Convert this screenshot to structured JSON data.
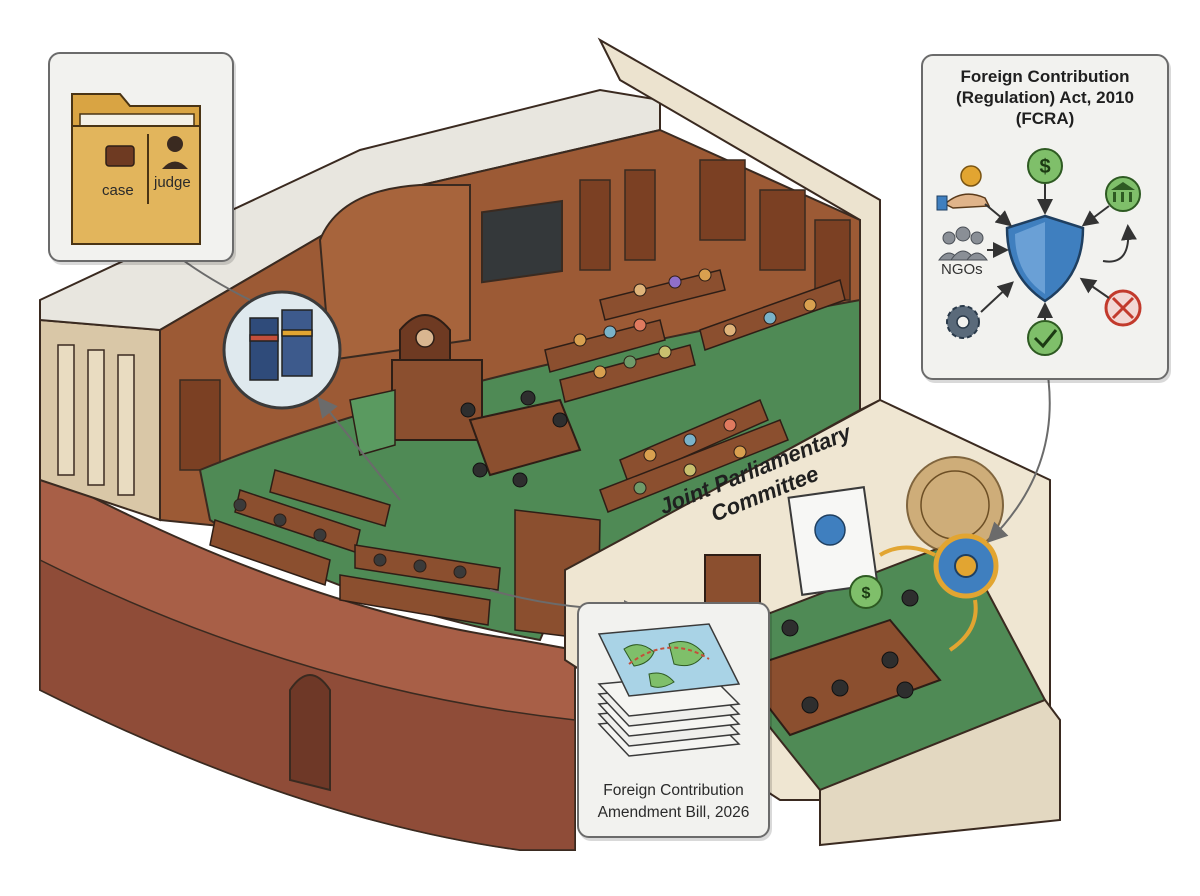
{
  "case_folder": {
    "left_label": "case",
    "right_label": "judge"
  },
  "fcra_panel": {
    "title_lines": [
      "Foreign Contribution",
      "(Regulation) Act, 2010",
      "(FCRA)"
    ],
    "ngos_label": "NGOs",
    "icons": [
      "money-hand-icon",
      "dollar-coin-icon",
      "bank-icon",
      "people-group-icon",
      "shield-icon",
      "gear-icon",
      "check-icon",
      "prohibited-icon",
      "curved-arrow-icon"
    ]
  },
  "committee_room": {
    "label_lines": [
      "Joint Parliamentary",
      "Committee"
    ]
  },
  "bill_panel": {
    "caption_lines": [
      "Foreign Contribution",
      "Amendment Bill, 2026"
    ]
  },
  "colors": {
    "wood": "#8b4f2f",
    "carpet": "#4f8a55",
    "wall": "#efe6d2",
    "accent_gold": "#e2a531",
    "shield_blue": "#3f7fbf"
  }
}
